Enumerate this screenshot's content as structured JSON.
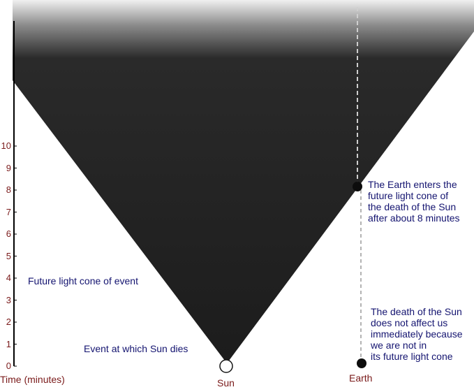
{
  "axis": {
    "label": "Time (minutes)",
    "ticks": [
      "0",
      "1",
      "2",
      "3",
      "4",
      "5",
      "6",
      "7",
      "8",
      "9",
      "10"
    ]
  },
  "labels": {
    "cone": "Future light cone of event",
    "event": "Event at which Sun dies",
    "sun": "Sun",
    "earth": "Earth"
  },
  "notes": {
    "enter": [
      "The Earth enters the",
      "future light cone of",
      "the death of the Sun",
      "after about 8 minutes"
    ],
    "not_affected": [
      "The death of the Sun",
      "does not affect us",
      "immediately because",
      "we are not in",
      "its future light cone"
    ]
  },
  "colors": {
    "cone": "#1c1c1c",
    "text": "#141470",
    "axis_text": "#7a1a1a"
  }
}
